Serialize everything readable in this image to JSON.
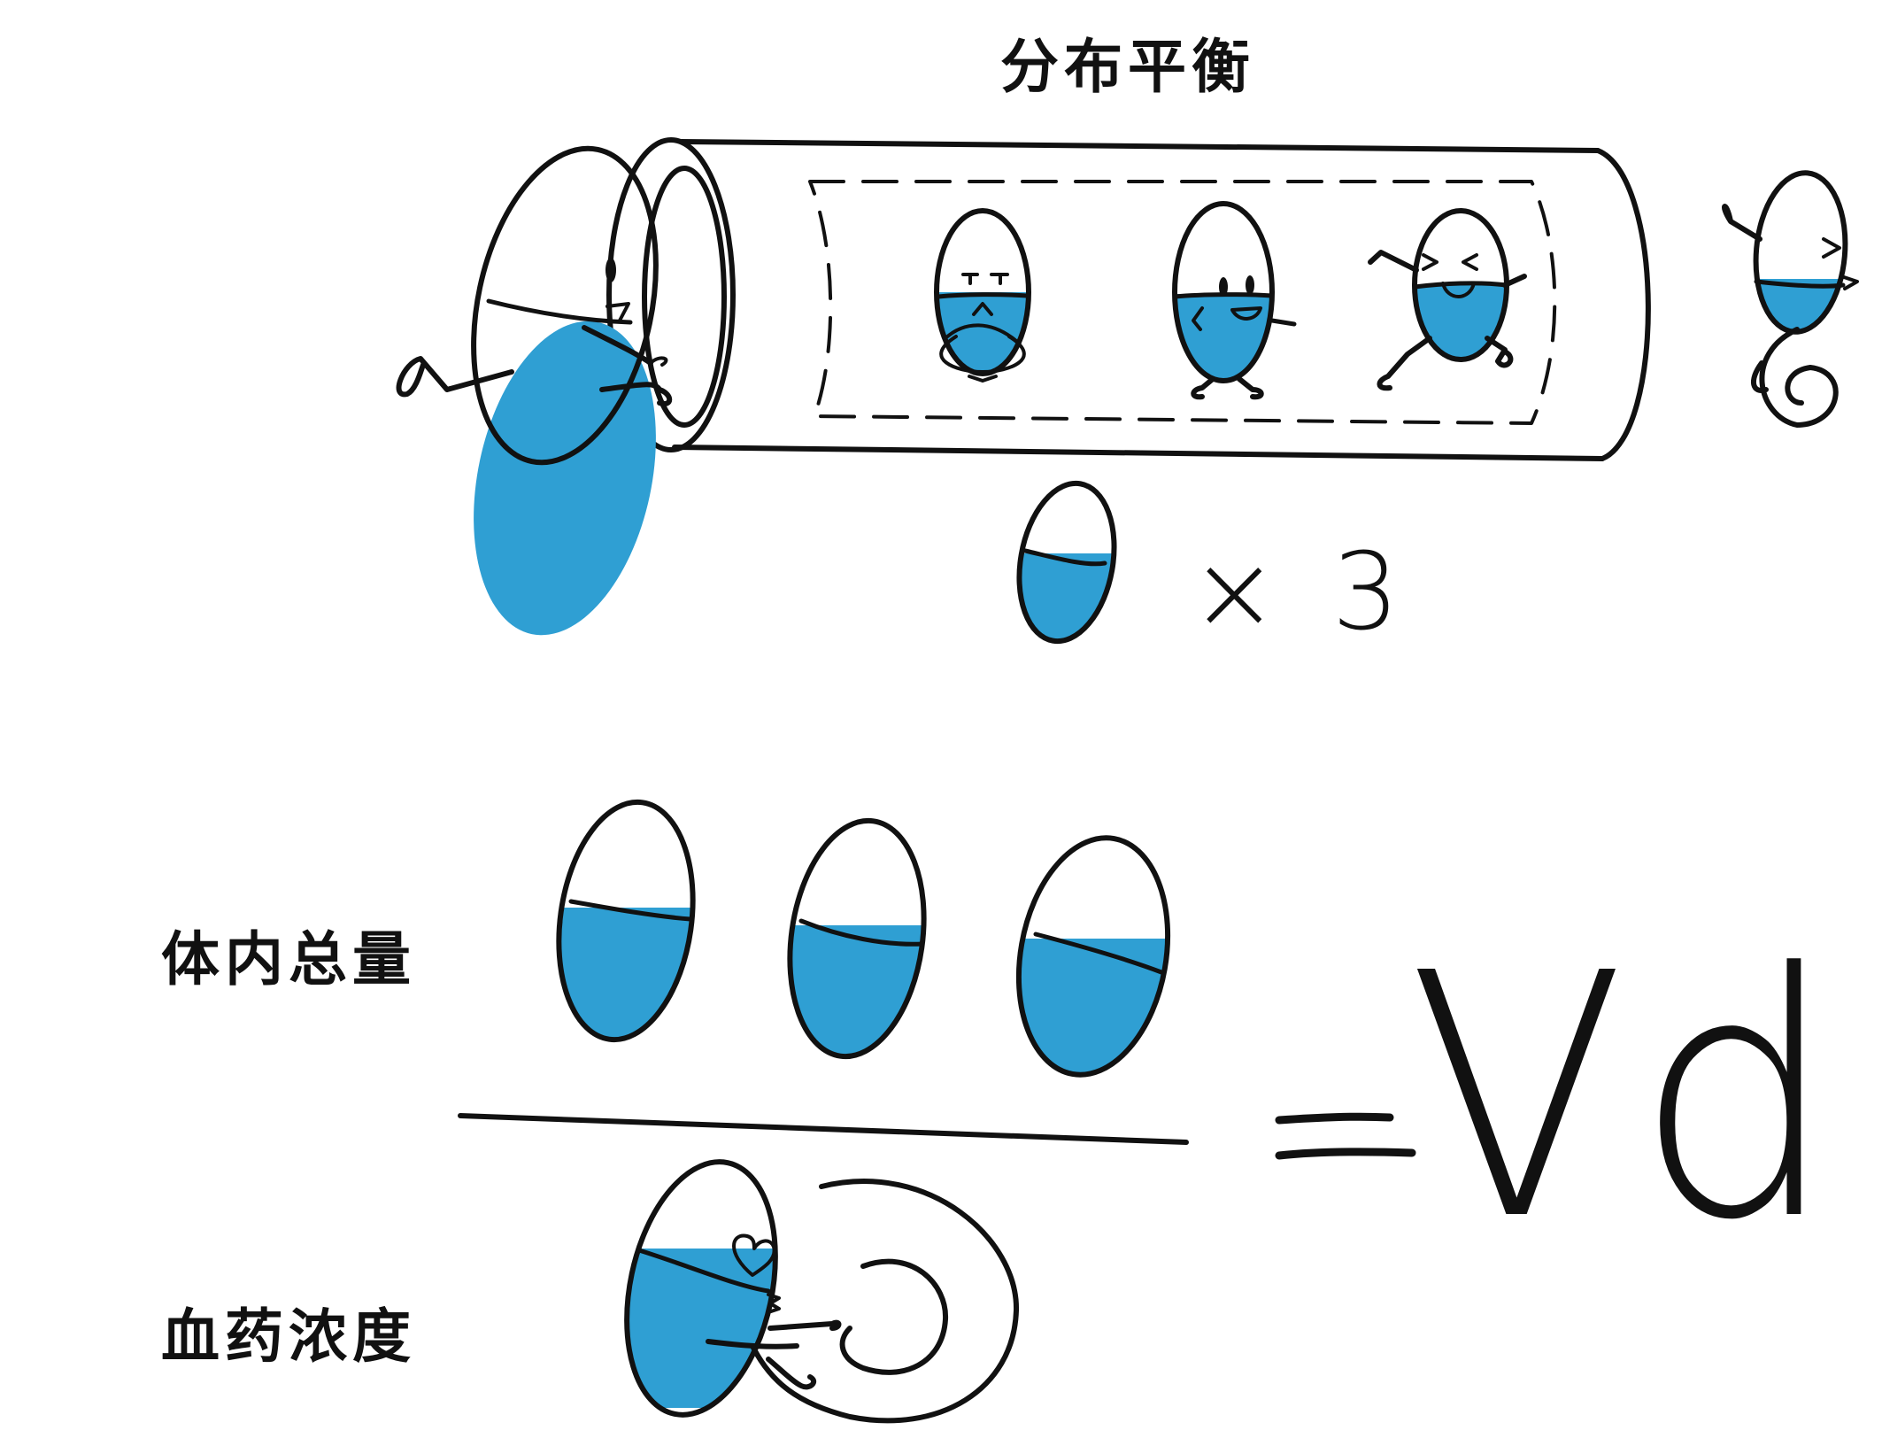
{
  "title": "分布平衡",
  "labels": {
    "total_amount": "体内总量",
    "blood_concentration": "血药浓度"
  },
  "multiplier": {
    "symbol": "×",
    "value": "3"
  },
  "formula": {
    "result": "Vd"
  },
  "colors": {
    "drug_fill": "#2f9fd3",
    "ink": "#111111",
    "background": "#ffffff"
  }
}
